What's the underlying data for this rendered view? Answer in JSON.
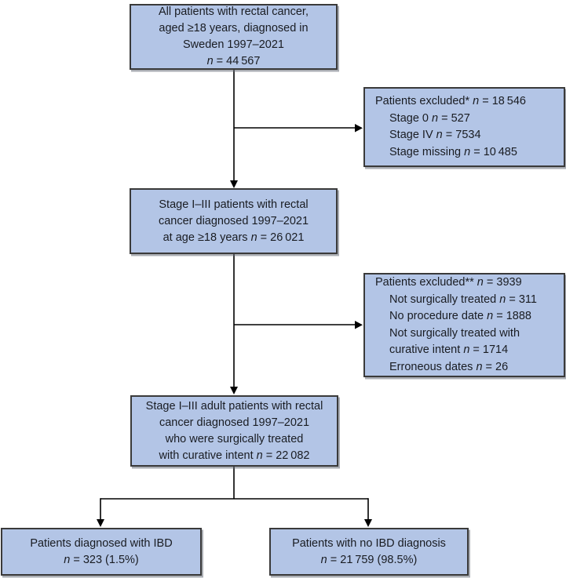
{
  "figure": {
    "type": "patient-flow-diagram",
    "colors": {
      "box_fill": "#b3c5e6",
      "box_border": "#3a3a3a",
      "text": "#191c22",
      "arrow": "#000000",
      "background": "#ffffff"
    }
  },
  "boxes": {
    "all_patients": {
      "lines": [
        "All patients with rectal cancer,",
        "aged ≥18 years, diagnosed in",
        "Sweden 1997–2021",
        "n = 44 567"
      ]
    },
    "excluded_stage": {
      "lines": [
        "Patients excluded* n = 18 546",
        "Stage 0 n = 527",
        "Stage IV n = 7534",
        "Stage missing n = 10 485"
      ]
    },
    "stage_i_iii": {
      "lines": [
        "Stage I–III patients with rectal",
        "cancer diagnosed 1997–2021",
        "at age ≥18 years n = 26 021"
      ]
    },
    "excluded_surgical": {
      "lines": [
        "Patients excluded** n = 3939",
        "Not surgically treated n = 311",
        "No procedure date n = 1888",
        "Not surgically treated with",
        "curative intent n = 1714",
        "Erroneous dates n = 26"
      ]
    },
    "surgical_curative": {
      "lines": [
        "Stage I–III adult patients with rectal",
        "cancer diagnosed 1997–2021",
        "who were surgically treated",
        "with curative intent n = 22 082"
      ]
    },
    "ibd": {
      "lines": [
        "Patients diagnosed with IBD",
        "n = 323 (1.5%)"
      ]
    },
    "no_ibd": {
      "lines": [
        "Patients with no IBD diagnosis",
        "n = 21 759 (98.5%)"
      ]
    }
  }
}
